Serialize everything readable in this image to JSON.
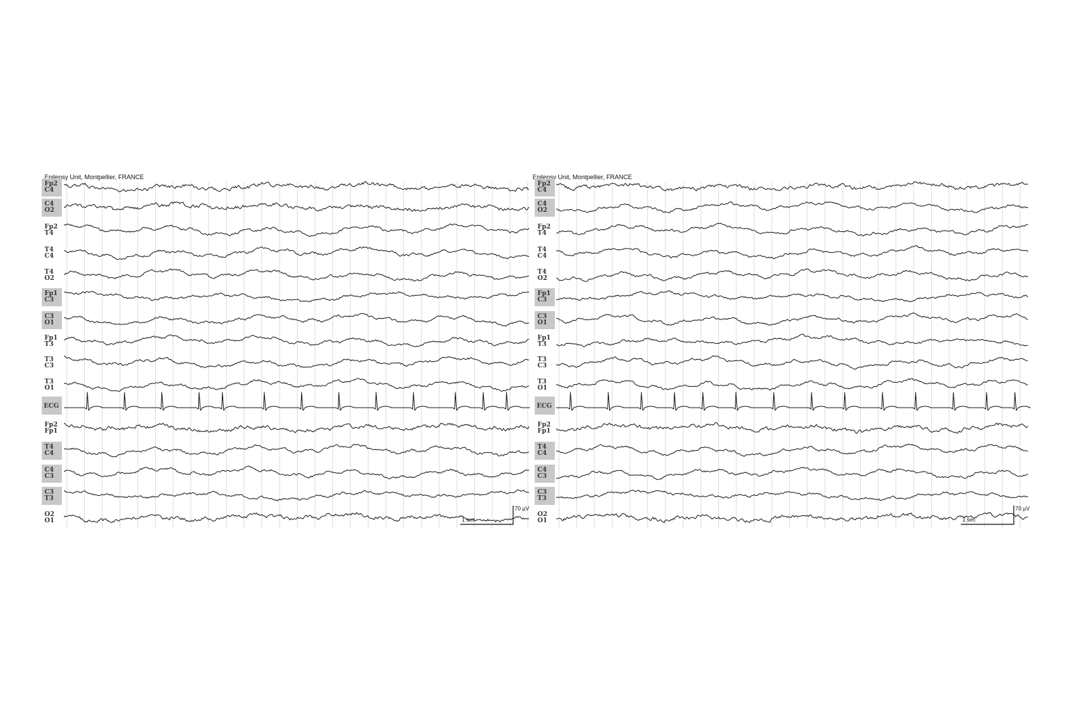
{
  "chart_data": [
    {
      "type": "line",
      "title": "Epilepsy Unit, Montpellier, FRANCE",
      "channels": [
        {
          "top": "Fp2",
          "bottom": "C4",
          "highlight": true,
          "character": "fast"
        },
        {
          "top": "C4",
          "bottom": "O2",
          "highlight": true,
          "character": "fast"
        },
        {
          "top": "Fp2",
          "bottom": "T4",
          "highlight": false,
          "character": "mixed"
        },
        {
          "top": "T4",
          "bottom": "C4",
          "highlight": false,
          "character": "mixed"
        },
        {
          "top": "T4",
          "bottom": "O2",
          "highlight": false,
          "character": "mixed"
        },
        {
          "top": "Fp1",
          "bottom": "C3",
          "highlight": true,
          "character": "slow"
        },
        {
          "top": "C3",
          "bottom": "O1",
          "highlight": true,
          "character": "mixed"
        },
        {
          "top": "Fp1",
          "bottom": "T3",
          "highlight": false,
          "character": "mixed"
        },
        {
          "top": "T3",
          "bottom": "C3",
          "highlight": false,
          "character": "mixed"
        },
        {
          "top": "T3",
          "bottom": "O1",
          "highlight": false,
          "character": "mixed"
        },
        {
          "top": "ECG",
          "bottom": "",
          "highlight": true,
          "character": "ecg"
        },
        {
          "top": "Fp2",
          "bottom": "Fp1",
          "highlight": false,
          "character": "fast"
        },
        {
          "top": "T4",
          "bottom": "C4",
          "highlight": true,
          "character": "mixed"
        },
        {
          "top": "C4",
          "bottom": "C3",
          "highlight": true,
          "character": "mixed"
        },
        {
          "top": "C3",
          "bottom": "T3",
          "highlight": true,
          "character": "slow"
        },
        {
          "top": "O2",
          "bottom": "O1",
          "highlight": false,
          "character": "fast"
        }
      ],
      "ecg_beats_fraction": [
        0.05,
        0.13,
        0.21,
        0.29,
        0.34,
        0.43,
        0.51,
        0.59,
        0.67,
        0.75,
        0.84,
        0.9,
        0.95
      ],
      "scale": {
        "time_label": "1 sec",
        "amplitude_label": "70 µV"
      }
    },
    {
      "type": "line",
      "title": "Epilepsy Unit, Montpellier, FRANCE",
      "channels": [
        {
          "top": "Fp2",
          "bottom": "C4",
          "highlight": true,
          "character": "fast"
        },
        {
          "top": "C4",
          "bottom": "O2",
          "highlight": true,
          "character": "mixed"
        },
        {
          "top": "Fp2",
          "bottom": "T4",
          "highlight": false,
          "character": "mixed"
        },
        {
          "top": "T4",
          "bottom": "C4",
          "highlight": false,
          "character": "mixed"
        },
        {
          "top": "T4",
          "bottom": "O2",
          "highlight": false,
          "character": "mixed"
        },
        {
          "top": "Fp1",
          "bottom": "C3",
          "highlight": true,
          "character": "slow"
        },
        {
          "top": "C3",
          "bottom": "O1",
          "highlight": true,
          "character": "mixed"
        },
        {
          "top": "Fp1",
          "bottom": "T3",
          "highlight": false,
          "character": "slow"
        },
        {
          "top": "T3",
          "bottom": "C3",
          "highlight": false,
          "character": "mixed"
        },
        {
          "top": "T3",
          "bottom": "O1",
          "highlight": false,
          "character": "mixed"
        },
        {
          "top": "ECG",
          "bottom": "",
          "highlight": true,
          "character": "ecg"
        },
        {
          "top": "Fp2",
          "bottom": "Fp1",
          "highlight": false,
          "character": "fast"
        },
        {
          "top": "T4",
          "bottom": "C4",
          "highlight": true,
          "character": "mixed"
        },
        {
          "top": "C4",
          "bottom": "C3",
          "highlight": true,
          "character": "mixed"
        },
        {
          "top": "C3",
          "bottom": "T3",
          "highlight": true,
          "character": "slow"
        },
        {
          "top": "O2",
          "bottom": "O1",
          "highlight": false,
          "character": "fast"
        }
      ],
      "ecg_beats_fraction": [
        0.03,
        0.11,
        0.18,
        0.25,
        0.31,
        0.38,
        0.46,
        0.54,
        0.61,
        0.69,
        0.76,
        0.84,
        0.91,
        0.97
      ],
      "scale": {
        "time_label": "1 sec",
        "amplitude_label": "70 µV"
      }
    }
  ]
}
